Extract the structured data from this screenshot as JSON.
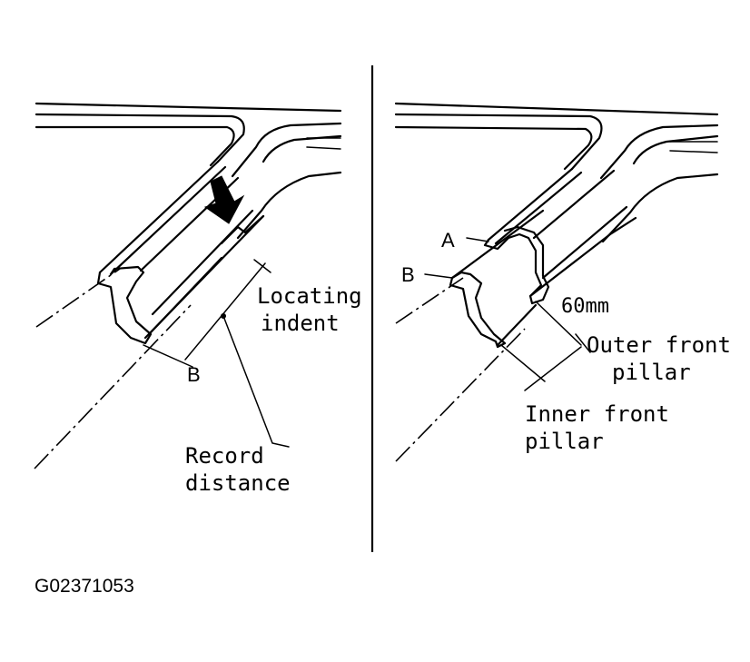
{
  "left_panel": {
    "label_b": "B",
    "label_locating": "Locating",
    "label_indent": "indent",
    "label_record": "Record",
    "label_distance": "distance"
  },
  "right_panel": {
    "label_a": "A",
    "label_b": "B",
    "label_60mm": "60mm",
    "label_outer_1": "Outer front",
    "label_outer_2": "pillar",
    "label_inner_1": "Inner front",
    "label_inner_2": "pillar"
  },
  "figure_id": "G02371053"
}
